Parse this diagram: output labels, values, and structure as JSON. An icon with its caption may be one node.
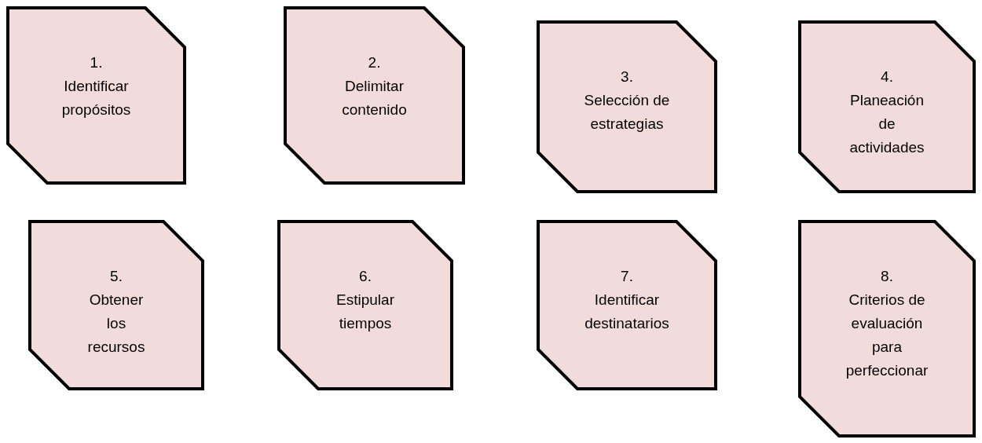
{
  "diagram": {
    "nodes": [
      {
        "text": [
          "1.",
          "Identificar propósitos"
        ]
      },
      {
        "text": [
          "2.",
          "Delimitar contenido"
        ]
      },
      {
        "text": [
          "3.",
          "Selección de estrategias"
        ]
      },
      {
        "text": [
          "4.",
          "Planeación de actividades"
        ]
      },
      {
        "text": [
          "5.",
          "Obtener los recursos"
        ]
      },
      {
        "text": [
          "6.",
          "Estipular tiempos"
        ]
      },
      {
        "text": [
          "7.",
          "Identificar destinatarios"
        ]
      },
      {
        "text": [
          "8.",
          "Criterios de evaluación para perfeccionar"
        ]
      }
    ]
  }
}
